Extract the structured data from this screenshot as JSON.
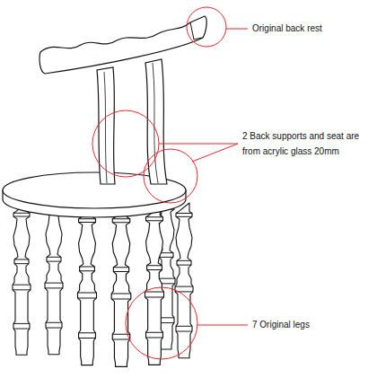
{
  "diagram": {
    "labels": [
      "Original back rest",
      "2 Back supports and seat are from acrylic glass 20mm",
      "7 Original legs"
    ]
  }
}
